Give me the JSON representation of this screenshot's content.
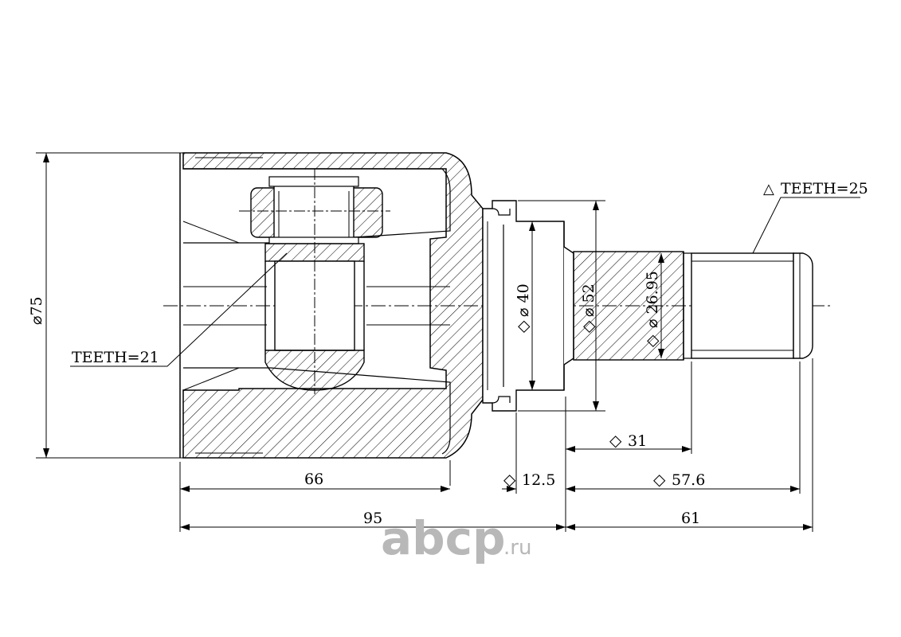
{
  "dimensions": {
    "outer_diameter": "⌀75",
    "bore_diameter": "⌀ 40",
    "spline_diameter": "⌀ 52",
    "shaft_diameter": "⌀ 26.95",
    "housing_length": "66",
    "flange_width": "12.5",
    "spline_length": "31",
    "shaft_length": "57.6",
    "total_left": "95",
    "total_right": "61"
  },
  "markers": {
    "diamond": "◇",
    "triangle": "△"
  },
  "labels": {
    "teeth_inner": "TEETH=21",
    "teeth_outer": "TEETH=25"
  },
  "watermark": {
    "brand": "abcp",
    "suffix": ".ru"
  },
  "colors": {
    "line": "#000000",
    "watermark": "#b8b8b8"
  }
}
